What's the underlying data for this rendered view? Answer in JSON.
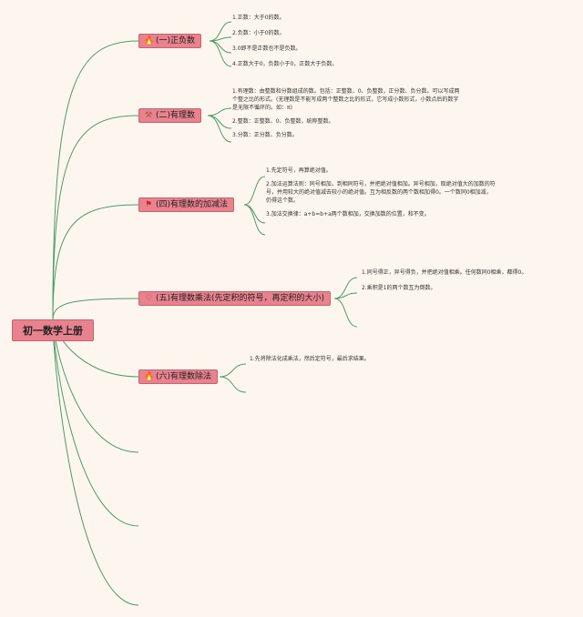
{
  "root": {
    "title": "初一数学上册"
  },
  "branches": [
    {
      "id": "b1",
      "label": "(一)正负数",
      "icon": "fire-icon",
      "icon_glyph": "🔥",
      "icon_color": "#e04a2a",
      "items": [
        "1.正数：大于0的数。",
        "2.负数：小于0的数。",
        "3.0即不是正数也不是负数。",
        "4.正数大于0，负数小于0，正数大于负数。"
      ]
    },
    {
      "id": "b2",
      "label": "(二)有理数",
      "icon": "tools-icon",
      "icon_glyph": "⚒",
      "icon_color": "#b0553a",
      "items": [
        "1.有理数：由整数和分数组成的数。包括：正整数、0、负整数，正分数、负分数。可以写成两个整之比的形式。(无理数是不能写成两个整数之比的形式，它写成小数形式，小数点后的数字是无限不循环的。如：π)",
        "2.整数：正整数、0、负整数，统称整数。",
        "3.分数：正分数、负分数。"
      ]
    },
    {
      "id": "b3",
      "label": "(四)有理数的加减法",
      "icon": "flag-icon",
      "icon_glyph": "⚑",
      "icon_color": "#d2232a",
      "items": [
        "1.先定符号，再算绝对值。",
        "2.加法运算法则：同号相加，到相同符号，并把绝对值相加。异号相加，取绝对值大的加数的符号，并用较大的绝对值减去较小的绝对值。互为相反数的两个数相加得0。一个数同0相加减，仍得这个数。",
        "3.加法交换律：a+b=b+a两个数相加，交换加数的位置，和不变。"
      ]
    },
    {
      "id": "b4",
      "label": "(五)有理数乘法(先定积的符号，再定积的大小)",
      "icon": "heart-icon",
      "icon_glyph": "♡",
      "icon_color": "#c0302e",
      "items": [
        "1.同号得正，异号得负，并把绝对值相乘。任何数同0相乘，都得0。",
        "2.乘积是1的两个数互为倒数。"
      ]
    },
    {
      "id": "b5",
      "label": "(六)有理数除法",
      "icon": "fire-icon",
      "icon_glyph": "🔥",
      "icon_color": "#2a74d4",
      "items": [
        "1.先将除法化成乘法，然后定符号，最后求结果。"
      ]
    }
  ],
  "colors": {
    "line": "#4f9a6c",
    "node_fill": "#e8828f",
    "node_border": "#c9606e",
    "background": "#fdf6ee"
  }
}
